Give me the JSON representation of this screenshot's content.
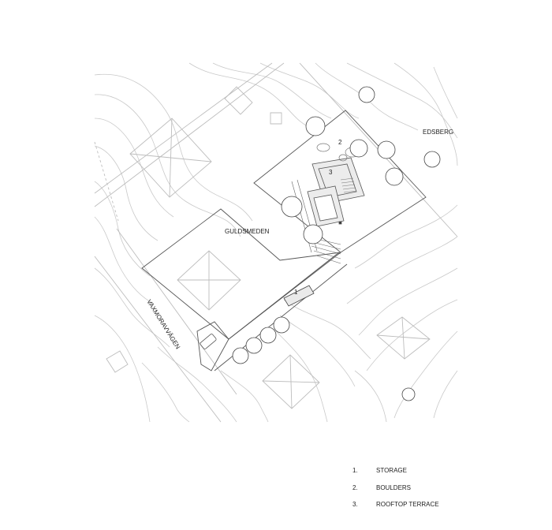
{
  "labels": {
    "guldsmeden": "GULDSMEDEN",
    "edsberg": "EDSBERG",
    "road": "VAXMORAVVÄGEN",
    "marker_1": "1",
    "marker_2": "2",
    "marker_3": "3"
  },
  "legend": [
    {
      "number": "1.",
      "text": "STORAGE"
    },
    {
      "number": "2.",
      "text": "BOULDERS"
    },
    {
      "number": "3.",
      "text": "ROOFTOP TERRACE"
    }
  ]
}
